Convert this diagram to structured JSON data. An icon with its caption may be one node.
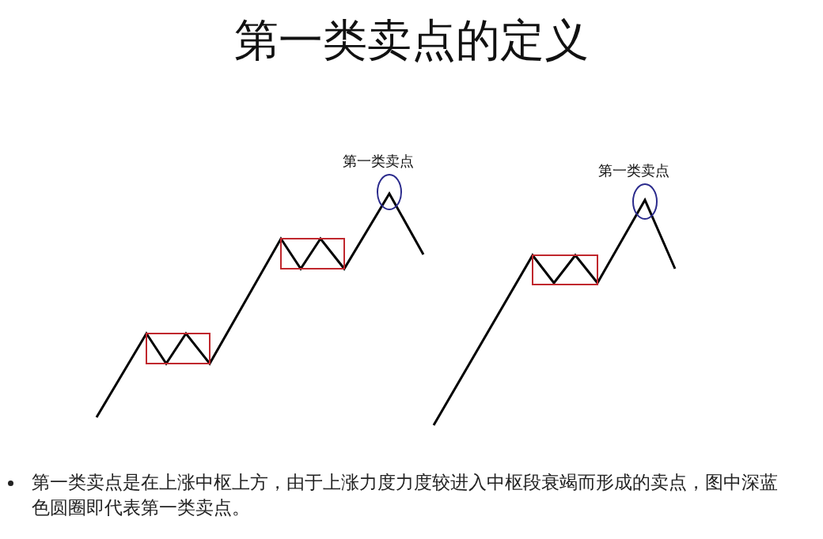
{
  "diagram": {
    "title": "第一类卖点的定义",
    "labels": [
      "第一类卖点",
      "第一类卖点",
      "第一类卖点是在上涨中枢上方，由于上涨力度力度较进入中枢段衰竭而形成的卖点，图中深蓝色圆圈即代表第一类卖点。"
    ]
  }
}
